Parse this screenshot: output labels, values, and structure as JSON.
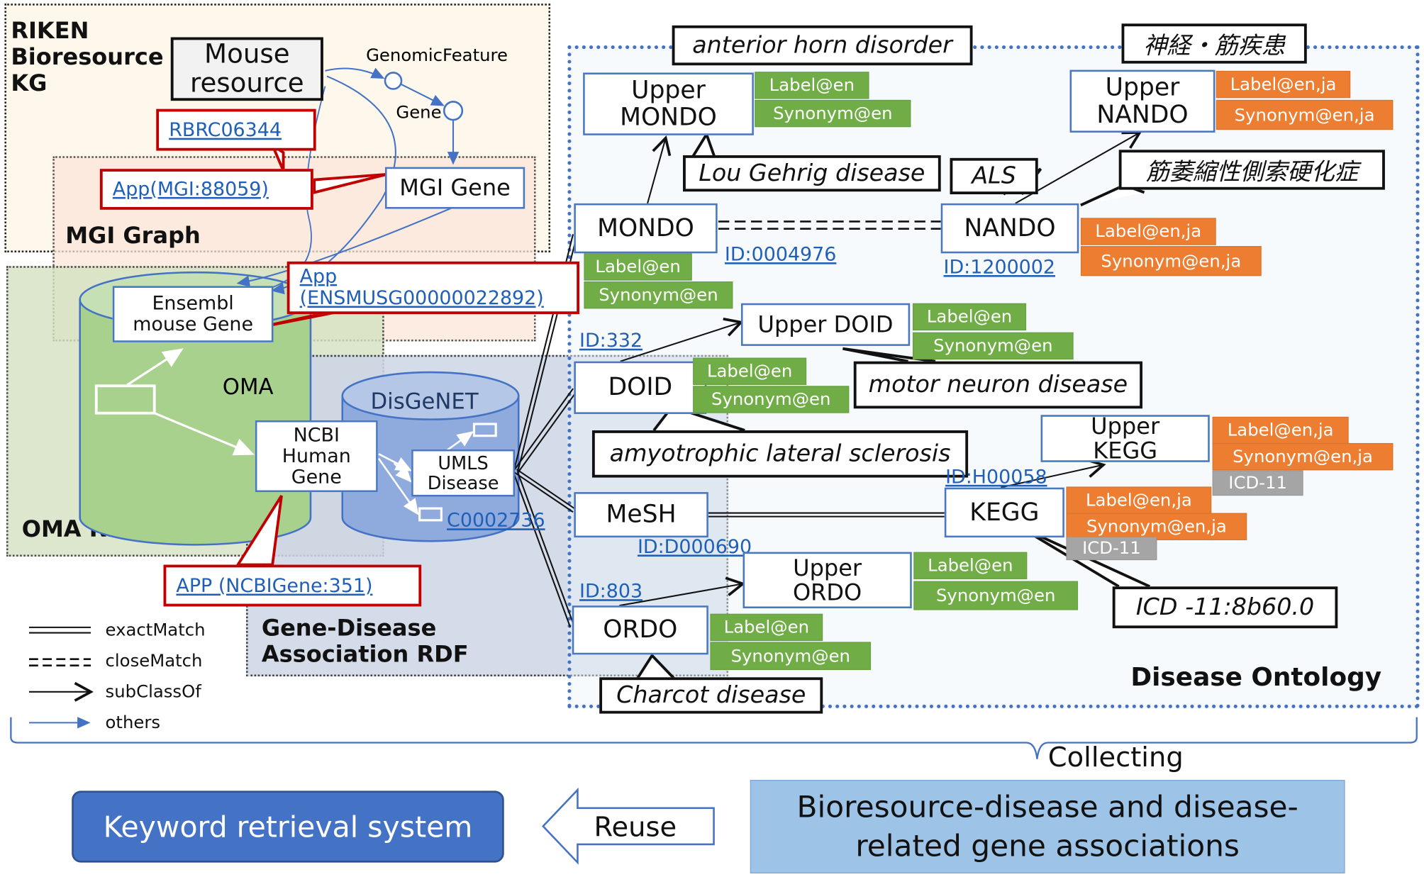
{
  "regions": {
    "riken": "RIKEN\nBioresource\nKG",
    "mgi": "MGI Graph",
    "oma_rdf": "OMA RDF",
    "gda_rdf": "Gene-Disease\nAssociation RDF",
    "disease_ontology": "Disease Ontology"
  },
  "nodes": {
    "mouse_resource": "Mouse resource",
    "genomic_feature": "GenomicFeature",
    "gene": "Gene",
    "mgi_gene": "MGI Gene",
    "ensembl": "Ensembl\nmouse Gene",
    "oma": "OMA",
    "ncbi": "NCBI\nHuman\nGene",
    "disgenet": "DisGeNET",
    "umls": "UMLS\nDisease",
    "mondo": "MONDO",
    "upper_mondo": "Upper\nMONDO",
    "nando": "NANDO",
    "upper_nando": "Upper\nNANDO",
    "doid": "DOID",
    "upper_doid": "Upper DOID",
    "mesh": "MeSH",
    "kegg": "KEGG",
    "upper_kegg": "Upper\nKEGG",
    "ordo": "ORDO",
    "upper_ordo": "Upper\nORDO"
  },
  "links": {
    "rbrc": "RBRC06344",
    "app_mgi": "App(MGI:88059)",
    "app_ens": "App\n(ENSMUSG00000022892)",
    "app_ncbi": "APP (NCBIGene:351)",
    "c0002736": "C0002736",
    "id_mondo": "ID:0004976",
    "id_nando": "ID:1200002",
    "id_doid": "ID:332",
    "id_mesh": "ID:D000690",
    "id_kegg": "ID:H00058",
    "id_ordo": "ID:803"
  },
  "tags": {
    "label_en": "Label@en",
    "synonym_en": "Synonym@en",
    "label_enja": "Label@en,ja",
    "synonym_enja": "Synonym@en,ja",
    "icd11": "ICD-11"
  },
  "bubbles": {
    "anterior": "anterior horn disorder",
    "shinkei": "神経・筋疾患",
    "lou": "Lou Gehrig disease",
    "als": "ALS",
    "kinishuku": "筋萎縮性側索硬化症",
    "motor": "motor neuron disease",
    "amyotrophic": "amyotrophic lateral sclerosis",
    "icd": "ICD -11:8b60.0",
    "charcot": "Charcot disease"
  },
  "legend": {
    "exact": "exactMatch",
    "close": "closeMatch",
    "subclass": "subClassOf",
    "others": "others"
  },
  "bottom": {
    "collecting": "Collecting",
    "keyword": "Keyword retrieval system",
    "reuse": "Reuse",
    "bioresource": "Bioresource-disease and disease-\nrelated gene associations"
  },
  "colors": {
    "blue_line": "#4472c4",
    "green_tag": "#70ad47",
    "orange_tag": "#ed7d31",
    "gray_tag": "#a5a5a5",
    "callout_red": "#c00000",
    "keyword_fill": "#4472c4",
    "bioresource_fill": "#9dc3e6"
  }
}
